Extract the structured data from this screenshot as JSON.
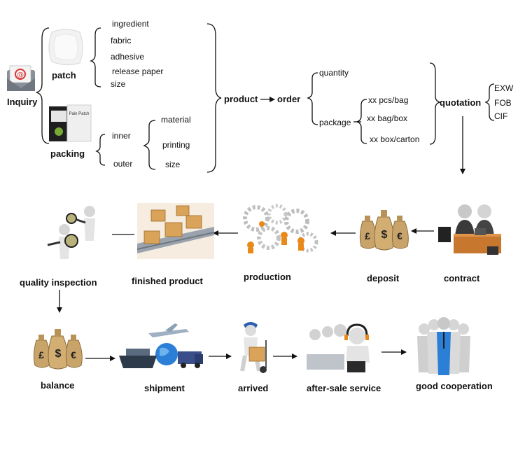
{
  "top": {
    "inquiry": "Inquiry",
    "patch": "patch",
    "patch_items": [
      "ingredient",
      "fabric",
      "adhesive",
      "release paper",
      "size"
    ],
    "packing": "packing",
    "packing_box_label": "Pain Patch",
    "inner": "inner",
    "outer": "outer",
    "pack_items": [
      "material",
      "printing",
      "size"
    ],
    "product": "product",
    "order": "order",
    "quantity": "quantity",
    "package": "package",
    "package_items": [
      "xx pcs/bag",
      "xx bag/box",
      "xx box/carton"
    ],
    "quotation": "quotation",
    "terms": [
      "EXW",
      "FOB",
      "CIF"
    ]
  },
  "row2": [
    "contract",
    "deposit",
    "production",
    "finished product",
    "quality inspection"
  ],
  "row3": [
    "balance",
    "shipment",
    "arrived",
    "after-sale service",
    "good cooperation"
  ],
  "money_bag_symbols": [
    "£",
    "$",
    "€"
  ],
  "colors": {
    "line": "#111111",
    "bag": "#c9a46a",
    "box": "#d9a35a",
    "gear": "#bfbfbf",
    "accent": "#e8891a",
    "blue": "#2b7fd6"
  }
}
